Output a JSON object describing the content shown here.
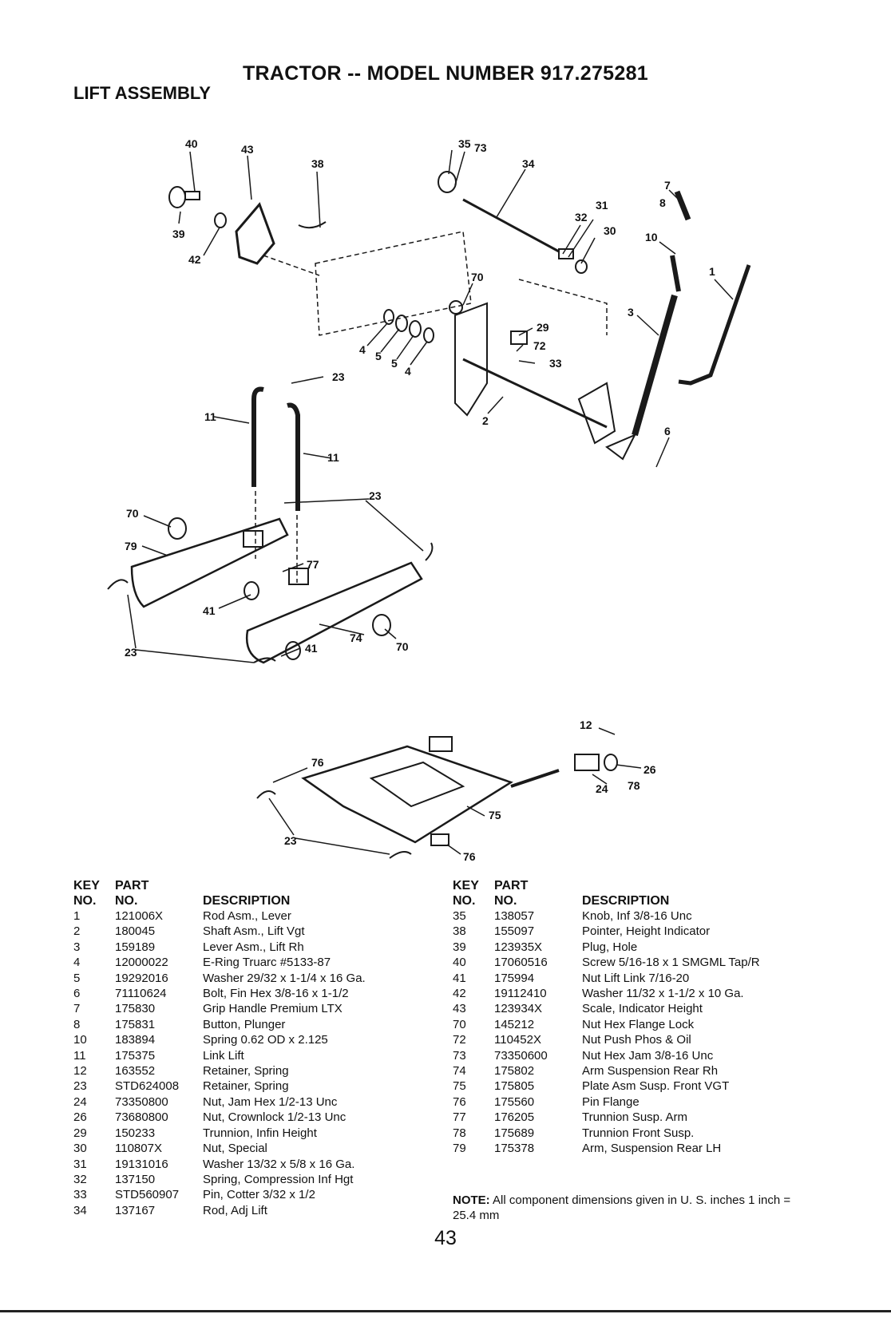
{
  "title": "TRACTOR -- MODEL NUMBER 917.275281",
  "section": "LIFT ASSEMBLY",
  "diagram_labels": {
    "l40": "40",
    "l43": "43",
    "l38": "38",
    "l39": "39",
    "l42": "42",
    "l35": "35",
    "l73": "73",
    "l34": "34",
    "l7": "7",
    "l8": "8",
    "l31": "31",
    "l32": "32",
    "l30": "30",
    "l10": "10",
    "l1": "1",
    "l70a": "70",
    "l3": "3",
    "l29": "29",
    "l72": "72",
    "l33": "33",
    "l4a": "4",
    "l5a": "5",
    "l5b": "5",
    "l4b": "4",
    "l23a": "23",
    "l2": "2",
    "l6": "6",
    "l11a": "11",
    "l11b": "11",
    "l23b": "23",
    "l70b": "70",
    "l79": "79",
    "l77": "77",
    "l41a": "41",
    "l74": "74",
    "l41b": "41",
    "l70c": "70",
    "l23c": "23",
    "l12": "12",
    "l76a": "76",
    "l26": "26",
    "l24": "24",
    "l78": "78",
    "l75": "75",
    "l23d": "23",
    "l76b": "76"
  },
  "table_headers": {
    "key_top": "KEY",
    "key_bottom": "NO.",
    "part_top": "PART",
    "part_bottom": "NO.",
    "description": "DESCRIPTION"
  },
  "parts_left": [
    {
      "key": "1",
      "part": "121006X",
      "description": "Rod Asm., Lever"
    },
    {
      "key": "2",
      "part": "180045",
      "description": "Shaft Asm., Lift Vgt"
    },
    {
      "key": "3",
      "part": "159189",
      "description": "Lever Asm., Lift Rh"
    },
    {
      "key": "4",
      "part": "12000022",
      "description": "E-Ring Truarc #5133-87"
    },
    {
      "key": "5",
      "part": "19292016",
      "description": "Washer 29/32 x 1-1/4 x 16 Ga."
    },
    {
      "key": "6",
      "part": "71110624",
      "description": "Bolt, Fin Hex 3/8-16 x 1-1/2"
    },
    {
      "key": "7",
      "part": "175830",
      "description": "Grip Handle Premium LTX"
    },
    {
      "key": "8",
      "part": "175831",
      "description": "Button, Plunger"
    },
    {
      "key": "10",
      "part": "183894",
      "description": "Spring 0.62 OD x 2.125"
    },
    {
      "key": "11",
      "part": "175375",
      "description": "Link Lift"
    },
    {
      "key": "12",
      "part": "163552",
      "description": "Retainer, Spring"
    },
    {
      "key": "23",
      "part": "STD624008",
      "description": "Retainer, Spring"
    },
    {
      "key": "24",
      "part": "73350800",
      "description": "Nut, Jam Hex 1/2-13 Unc"
    },
    {
      "key": "26",
      "part": "73680800",
      "description": "Nut, Crownlock 1/2-13 Unc"
    },
    {
      "key": "29",
      "part": "150233",
      "description": "Trunnion, Infin Height"
    },
    {
      "key": "30",
      "part": "110807X",
      "description": "Nut, Special"
    },
    {
      "key": "31",
      "part": "19131016",
      "description": "Washer 13/32 x 5/8 x 16 Ga."
    },
    {
      "key": "32",
      "part": "137150",
      "description": "Spring, Compression Inf Hgt"
    },
    {
      "key": "33",
      "part": "STD560907",
      "description": "Pin, Cotter 3/32 x 1/2"
    },
    {
      "key": "34",
      "part": "137167",
      "description": "Rod, Adj Lift"
    }
  ],
  "parts_right": [
    {
      "key": "35",
      "part": "138057",
      "description": "Knob, Inf 3/8-16 Unc"
    },
    {
      "key": "38",
      "part": "155097",
      "description": "Pointer, Height Indicator"
    },
    {
      "key": "39",
      "part": "123935X",
      "description": "Plug, Hole"
    },
    {
      "key": "40",
      "part": "17060516",
      "description": "Screw 5/16-18 x 1 SMGML Tap/R"
    },
    {
      "key": "41",
      "part": "175994",
      "description": "Nut Lift Link 7/16-20"
    },
    {
      "key": "42",
      "part": "19112410",
      "description": "Washer 11/32 x 1-1/2 x 10 Ga."
    },
    {
      "key": "43",
      "part": "123934X",
      "description": "Scale, Indicator Height"
    },
    {
      "key": "70",
      "part": "145212",
      "description": "Nut Hex Flange Lock"
    },
    {
      "key": "72",
      "part": "110452X",
      "description": "Nut Push Phos & Oil"
    },
    {
      "key": "73",
      "part": "73350600",
      "description": "Nut Hex Jam 3/8-16 Unc"
    },
    {
      "key": "74",
      "part": "175802",
      "description": "Arm Suspension Rear Rh"
    },
    {
      "key": "75",
      "part": "175805",
      "description": "Plate Asm Susp. Front VGT"
    },
    {
      "key": "76",
      "part": "175560",
      "description": "Pin Flange"
    },
    {
      "key": "77",
      "part": "176205",
      "description": "Trunnion Susp. Arm"
    },
    {
      "key": "78",
      "part": "175689",
      "description": "Trunnion Front Susp."
    },
    {
      "key": "79",
      "part": "175378",
      "description": "Arm, Suspension Rear LH"
    }
  ],
  "note": {
    "label": "NOTE:",
    "text": "All component dimensions given in U. S. inches 1 inch = 25.4 mm"
  },
  "page_number": "43"
}
